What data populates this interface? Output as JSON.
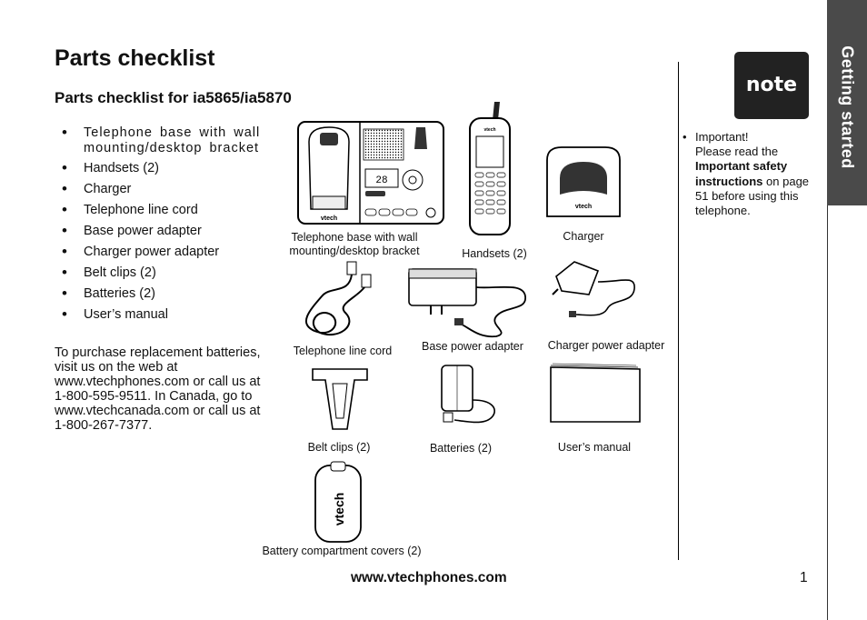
{
  "side_tab": "Getting started",
  "title": "Parts checklist",
  "subtitle": "Parts checklist for ia5865/ia5870",
  "checklist": [
    "Telephone base with wall mounting/desktop bracket",
    "Handsets (2)",
    "Charger",
    "Telephone line cord",
    "Base power adapter",
    "Charger power adapter",
    "Belt clips (2)",
    "Batteries (2)",
    "User’s manual"
  ],
  "purchase_text": "To purchase replacement batteries, visit us on the web at www.vtechphones.com or call us at 1-800-595-9511. In Canada, go to www.vtechcanada.com or call us at 1-800-267-7377.",
  "captions": {
    "base": "Telephone base with wall mounting/desktop bracket",
    "handsets": "Handsets (2)",
    "charger": "Charger",
    "line_cord": "Telephone line cord",
    "base_adapter": "Base power adapter",
    "charger_adapter": "Charger power adapter",
    "belt_clips": "Belt clips (2)",
    "batteries": "Batteries (2)",
    "manual": "User’s manual",
    "covers": "Battery compartment covers (2)"
  },
  "device_labels": {
    "brand": "vtech",
    "display": "28"
  },
  "note": {
    "icon_label": "note",
    "line1": "Important!",
    "line2": "Please read the",
    "bold": "Important safety instructions",
    "line3": "on page 51 before using this telephone."
  },
  "footer": {
    "url": "www.vtechphones.com",
    "page": "1"
  },
  "colors": {
    "tab_bg": "#4a4a4a",
    "note_bg": "#222222"
  }
}
